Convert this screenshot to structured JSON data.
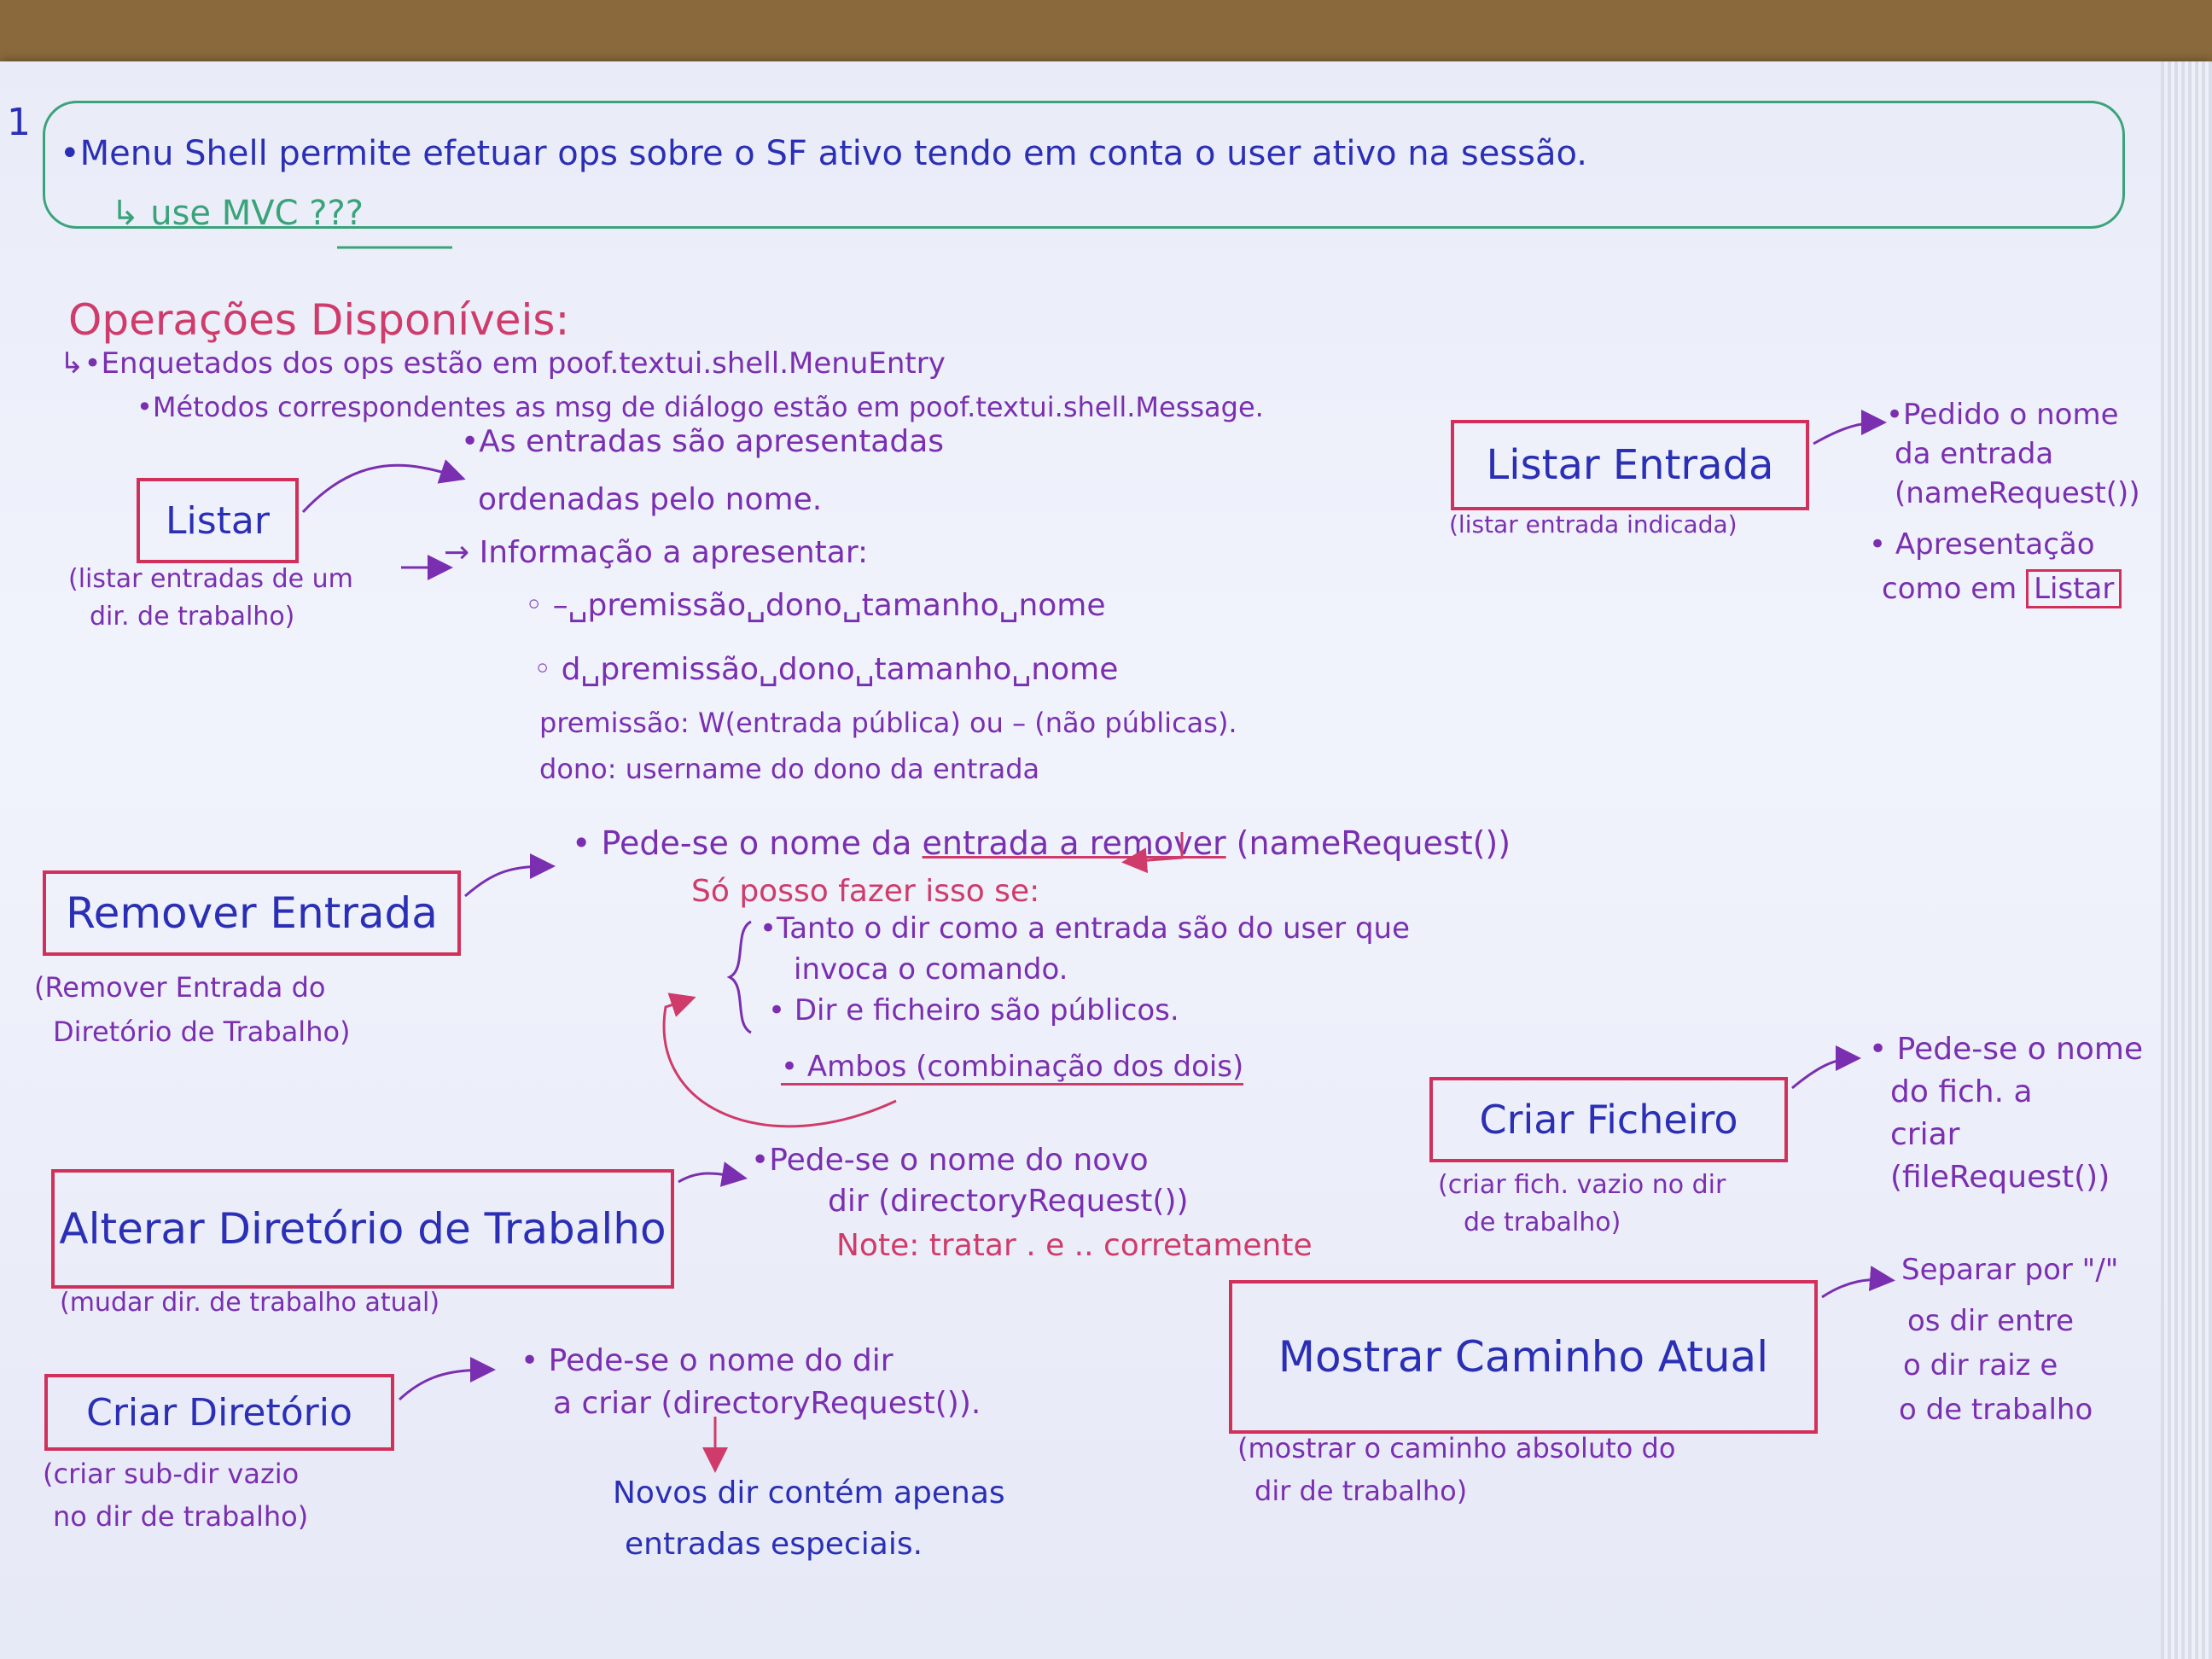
{
  "page_number": "1",
  "header": {
    "line1": "•Menu Shell permite efetuar ops sobre o SF ativo tendo em conta o user ativo na sessão.",
    "line2": "↳ use MVC ???"
  },
  "section": {
    "title": "Operações Disponíveis:",
    "note1": "↳•Enquetados dos ops estão em poof.textui.shell.MenuEntry",
    "note2": "•Métodos correspondentes as msg de diálogo estão em poof.textui.shell.Message."
  },
  "listar": {
    "box": "Listar",
    "desc1": "(listar entradas de um",
    "desc2": "dir. de trabalho)",
    "n1": "•As entradas são apresentadas",
    "n2": "ordenadas pelo nome.",
    "n3": "→ Informação a apresentar:",
    "n4": "◦ –␣premissão␣dono␣tamanho␣nome",
    "n5": "◦ d␣premissão␣dono␣tamanho␣nome",
    "n6": "premissão: W(entrada pública) ou – (não públicas).",
    "n7": "dono: username do dono da entrada"
  },
  "listar_entrada": {
    "box": "Listar Entrada",
    "desc": "(listar entrada indicada)",
    "n1": "•Pedido o nome",
    "n2": "da entrada",
    "n3": "(nameRequest())",
    "n4": "• Apresentação",
    "n5": "como em",
    "n5_box": "Listar"
  },
  "remover": {
    "box": "Remover Entrada",
    "desc1": "(Remover Entrada do",
    "desc2": "Diretório de Trabalho)",
    "n1a": "• Pede-se o nome da ",
    "n1b": "entrada a remover",
    "n1c": " (nameRequest())",
    "n2": "Só posso fazer isso se:",
    "n3": "•Tanto o dir como a entrada são do user que",
    "n4": "invoca o comando.",
    "n5": "• Dir e ficheiro são públicos.",
    "n6": "• Ambos (combinação dos dois)"
  },
  "alterar": {
    "box": "Alterar Diretório de Trabalho",
    "desc": "(mudar dir. de trabalho atual)",
    "n1": "•Pede-se o nome do novo",
    "n2": "dir (directoryRequest())",
    "n3": "Note: tratar . e .. corretamente"
  },
  "criar_ficheiro": {
    "box": "Criar Ficheiro",
    "desc1": "(criar fich. vazio no dir",
    "desc2": "de trabalho)",
    "n1": "• Pede-se o nome",
    "n2": "do fich. a",
    "n3": "criar",
    "n4": "(fileRequest())"
  },
  "criar_diretorio": {
    "box": "Criar Diretório",
    "desc1": "(criar sub-dir vazio",
    "desc2": "no dir de trabalho)",
    "n1": "• Pede-se o nome do dir",
    "n2": "a criar (directoryRequest()).",
    "n3": "Novos dir contém apenas",
    "n4": "entradas especiais."
  },
  "mostrar": {
    "box": "Mostrar Caminho Atual",
    "desc1": "(mostrar o caminho absoluto do",
    "desc2": "dir de trabalho)",
    "n1": "Separar por \"/\"",
    "n2": "os dir entre",
    "n3": "o dir raiz e",
    "n4": "o de trabalho"
  },
  "colors": {
    "ink_blue": "#2a2fb5",
    "ink_purple": "#7a2fb0",
    "ink_pink": "#cf3b6a",
    "frame_green": "#3aa37a"
  }
}
